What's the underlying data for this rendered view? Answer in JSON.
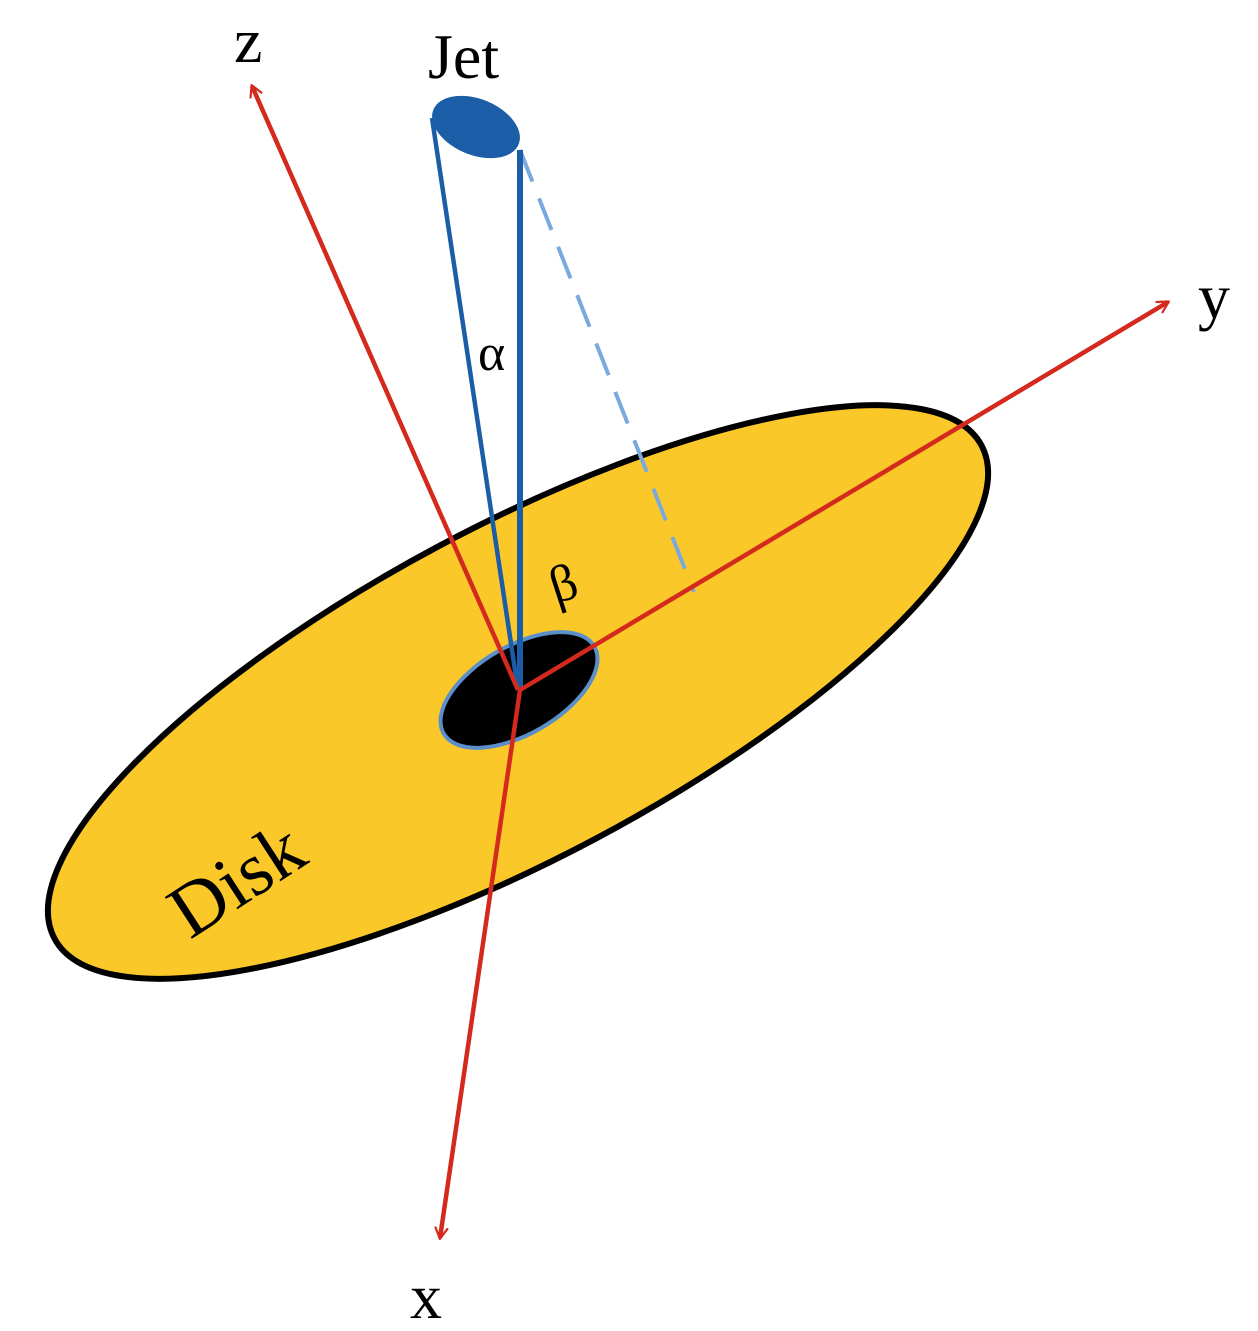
{
  "labels": {
    "z": "z",
    "jet": "Jet",
    "y": "y",
    "alpha": "α",
    "beta": "β",
    "disk": "Disk",
    "x": "x"
  },
  "colors": {
    "axis": "#d42a1e",
    "jet": "#1b5da6",
    "jet_projection": "#7aa9dd",
    "disk_fill": "#fbc829",
    "disk_outline": "#000000",
    "black_hole": "#000000",
    "black_hole_rim": "#5b8fc9",
    "text": "#000000"
  },
  "icons": {
    "disk": "ellipse-disk-shape",
    "black_hole": "ellipse-black-hole-shape",
    "jet_tip": "ellipse-jet-tip-shape"
  }
}
